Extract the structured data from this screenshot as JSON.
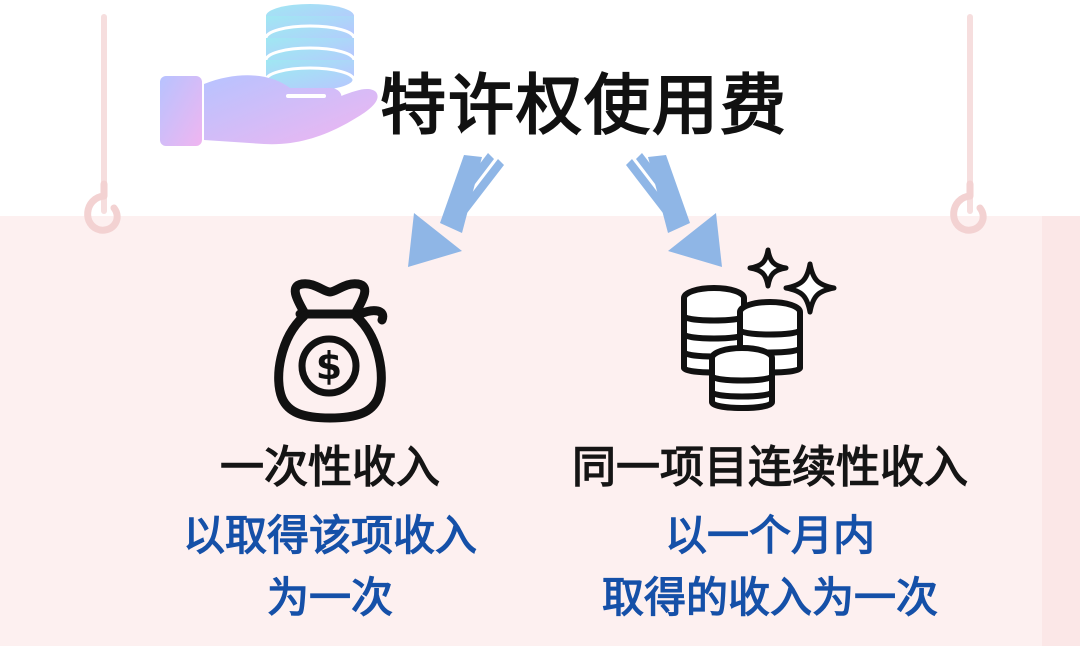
{
  "title": "特许权使用费",
  "colors": {
    "board": "#fdf0f0",
    "arrow": "#8fb6e6",
    "heading": "#151515",
    "subtext": "#1550a8"
  },
  "icons": {
    "header": "hand-with-coin-stack-icon",
    "left": "money-bag-dollar-icon",
    "right": "coin-stacks-sparkle-icon"
  },
  "left": {
    "heading": "一次性收入",
    "line1": "以取得该项收入",
    "line2": "为一次"
  },
  "right": {
    "heading": "同一项目连续性收入",
    "line1": "以一个月内",
    "line2": "取得的收入为一次"
  }
}
